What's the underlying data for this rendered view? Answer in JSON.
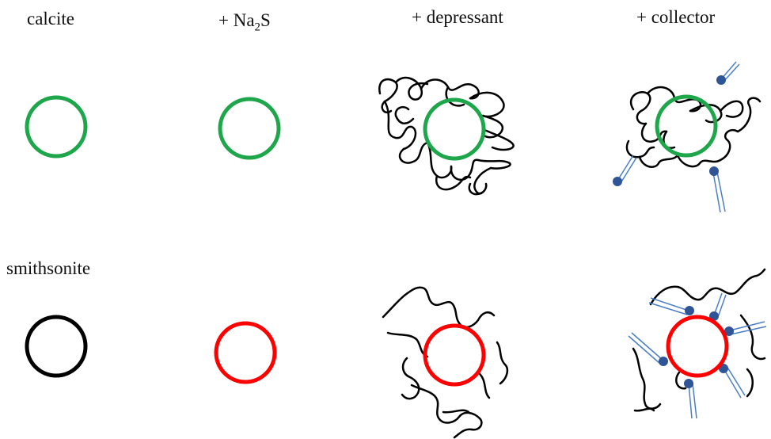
{
  "columns": {
    "calcite": "calcite",
    "na2s_prefix": "+ Na",
    "na2s_sub": "2",
    "na2s_suffix": "S",
    "depressant": "+ depressant",
    "collector": "+ collector"
  },
  "rows": {
    "smithsonite": "smithsonite"
  },
  "colors": {
    "calcite_particle": "#1ea64b",
    "smithsonite_raw": "#000000",
    "smithsonite_treated": "#ff0000",
    "polymer": "#000000",
    "collector_head": "#2f5597",
    "collector_tail": "#4a7fc8"
  },
  "icons": [
    "particle-circle",
    "polymer-chain",
    "collector-molecule"
  ]
}
